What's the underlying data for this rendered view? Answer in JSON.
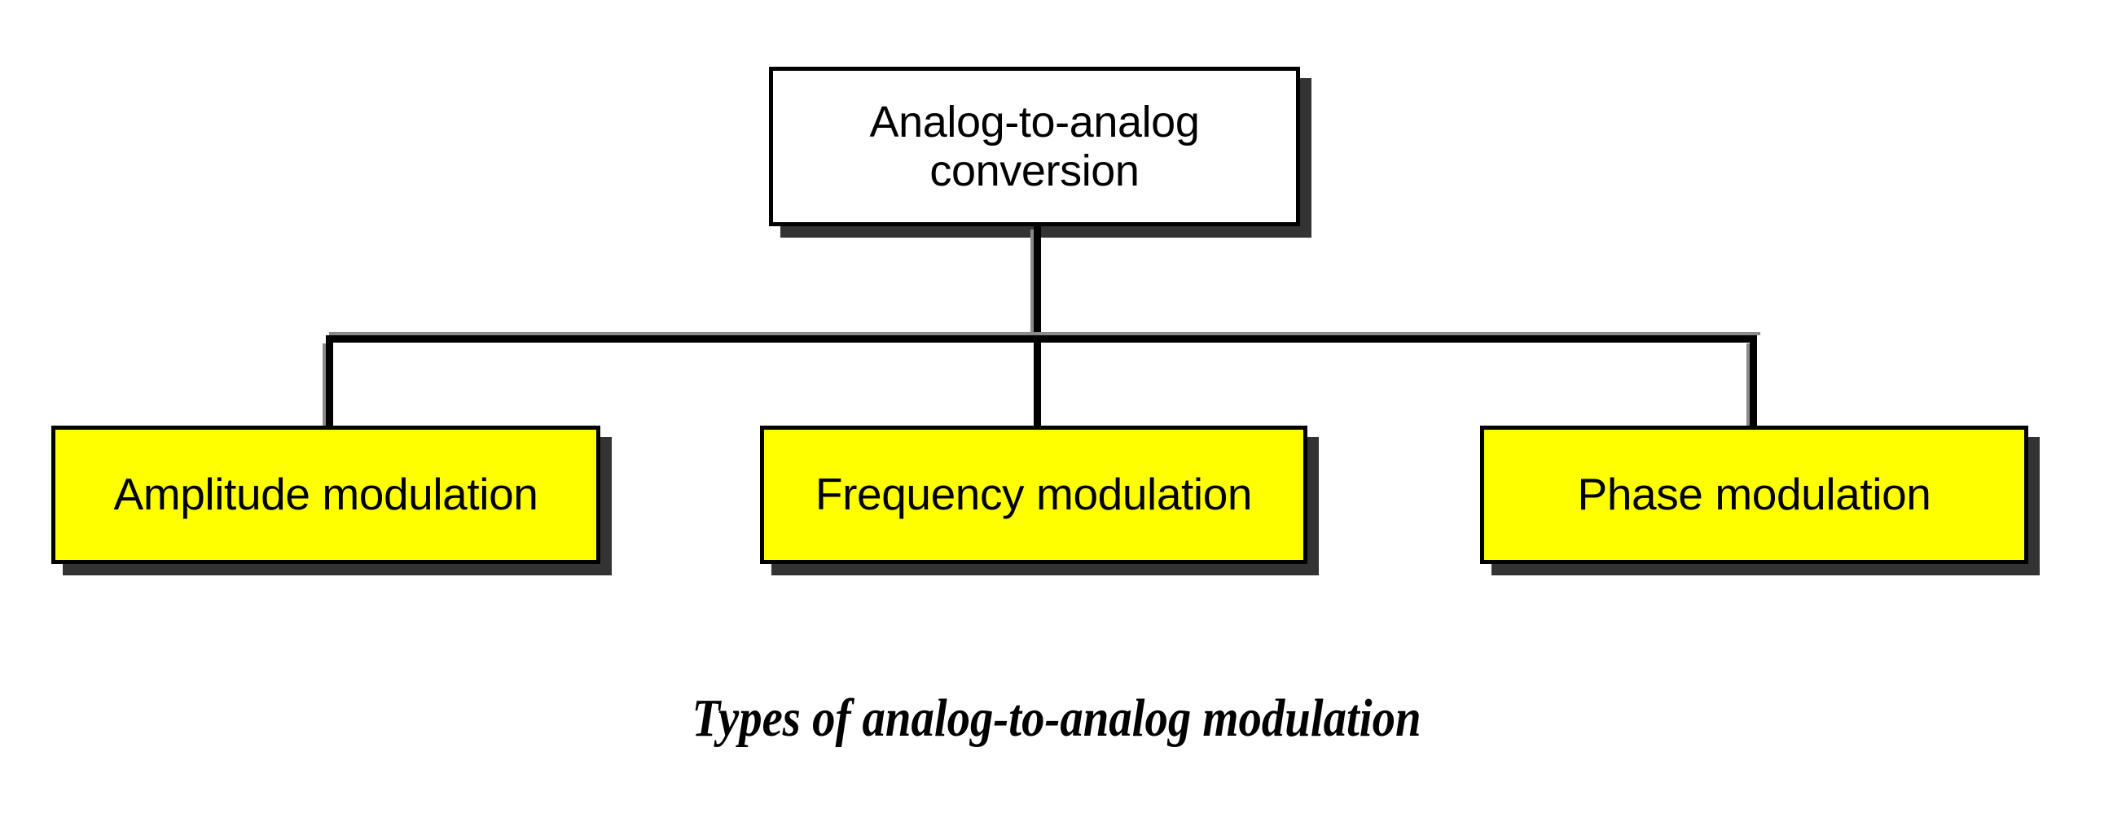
{
  "diagram": {
    "title": "Types of analog-to-analog modulation",
    "root": {
      "label": "Analog-to-analog conversion",
      "line1": "Analog-to-analog",
      "line2": "conversion",
      "fill_color": "#FFFFFF",
      "border_color": "#000000",
      "shadow_color": "#333333"
    },
    "children": [
      {
        "id": "amplitude-modulation",
        "label": "Amplitude modulation",
        "fill_color": "#FFFF00",
        "border_color": "#000000",
        "shadow_color": "#333333"
      },
      {
        "id": "frequency-modulation",
        "label": "Frequency modulation",
        "fill_color": "#FFFF00",
        "border_color": "#000000",
        "shadow_color": "#333333"
      },
      {
        "id": "phase-modulation",
        "label": "Phase modulation",
        "fill_color": "#FFFF00",
        "border_color": "#000000",
        "shadow_color": "#333333"
      }
    ],
    "connector_color": "#000000",
    "background_color": "#FFFFFF"
  }
}
